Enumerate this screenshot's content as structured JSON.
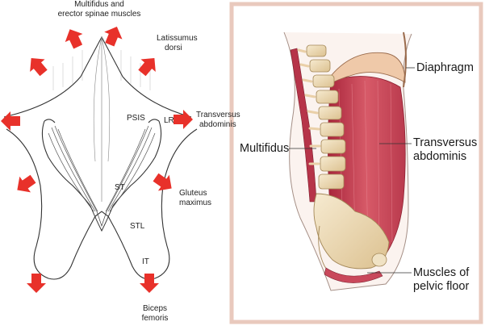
{
  "left_panel": {
    "labels": {
      "multifidus_line1": "Multifidus and",
      "multifidus_line2": "erector spinae muscles",
      "latissimus_line1": "Latissumus",
      "latissimus_line2": "dorsi",
      "psis": "PSIS",
      "lr": "LR",
      "transversus_line1": "Transversus",
      "transversus_line2": "abdominis",
      "st": "ST",
      "gluteus_line1": "Gluteus",
      "gluteus_line2": "maximus",
      "stl": "STL",
      "it": "IT",
      "biceps_line1": "Biceps",
      "biceps_line2": "femoris"
    },
    "arrow_color": "#e8312a"
  },
  "right_panel": {
    "labels": {
      "diaphragm": "Diaphragm",
      "multifidus": "Multifidus",
      "transversus_line1": "Transversus",
      "transversus_line2": "abdominis",
      "pelvic_line1": "Muscles of",
      "pelvic_line2": "pelvic floor"
    },
    "frame_color": "#e9c9bd",
    "muscle_color": "#c9485b",
    "bone_color": "#ecd9b5"
  }
}
